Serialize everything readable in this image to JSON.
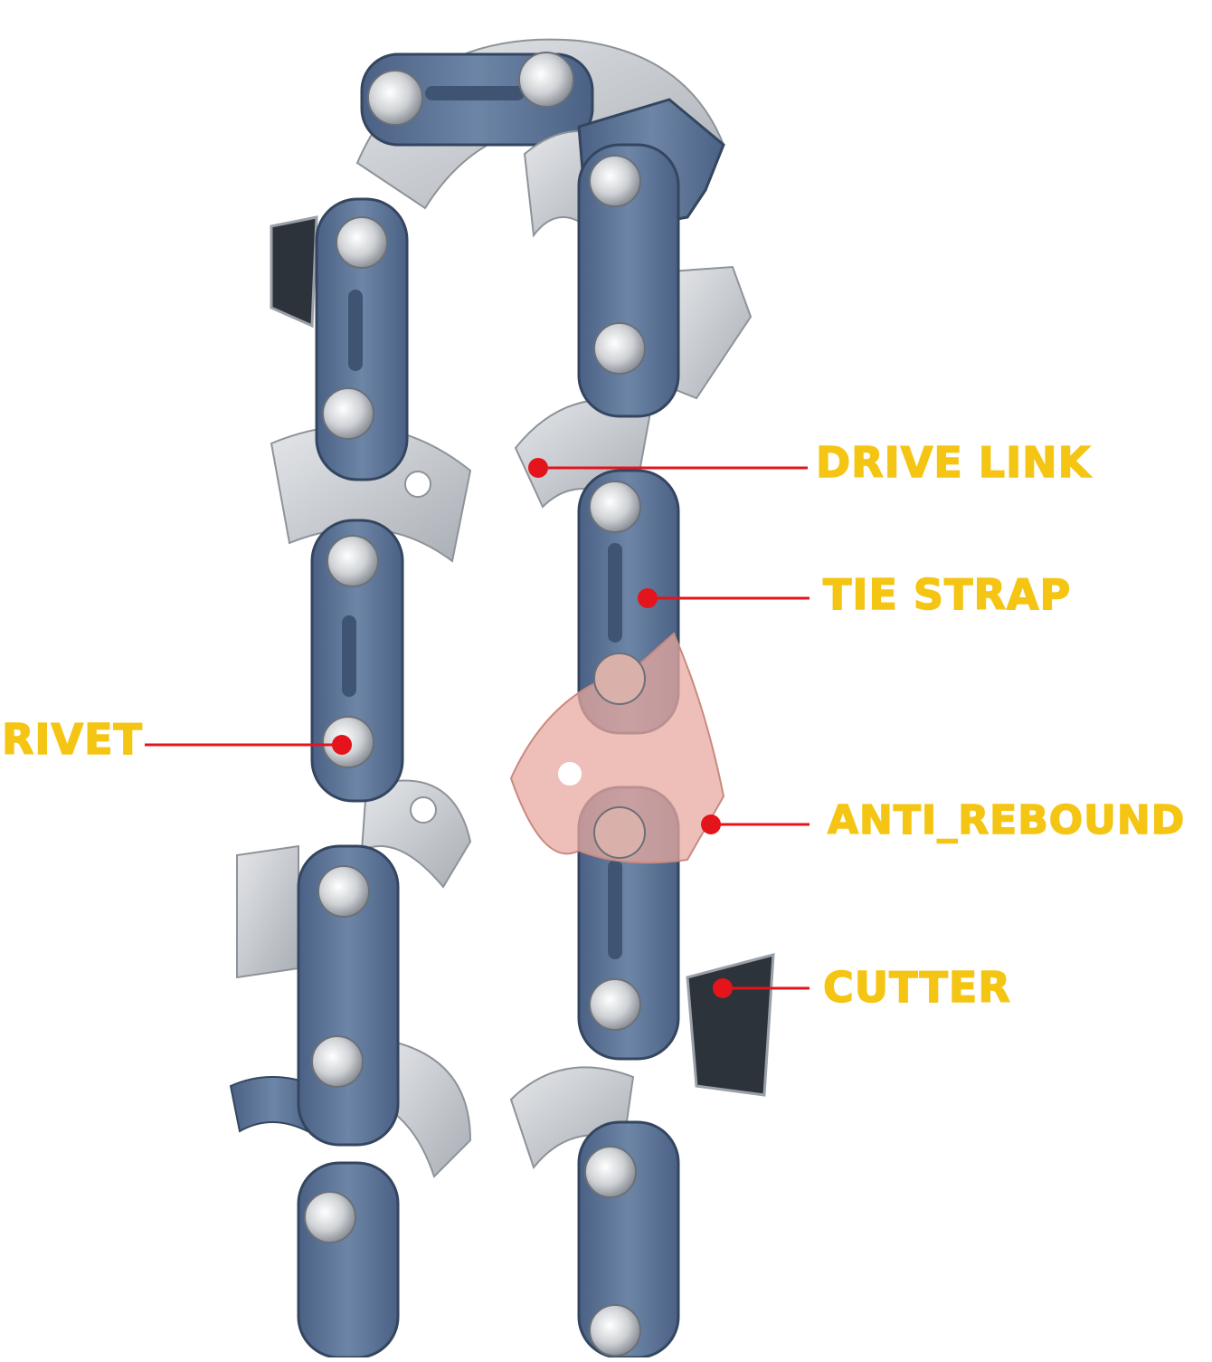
{
  "callouts": {
    "drive_link": "DRIVE LINK",
    "tie_strap": "TIE STRAP",
    "anti_rebound": "ANTI_REBOUND",
    "cutter": "CUTTER",
    "rivet": "RIVET"
  },
  "colors": {
    "label": "#F5C514",
    "leader": "#E3141B",
    "link_blue": "#5E7596",
    "link_blue_dark": "#3F5472",
    "steel": "#C9CDD2",
    "steel_dark": "#9BA1A8",
    "rivet": "#D8DADC",
    "highlight": "#E8A9A0"
  }
}
